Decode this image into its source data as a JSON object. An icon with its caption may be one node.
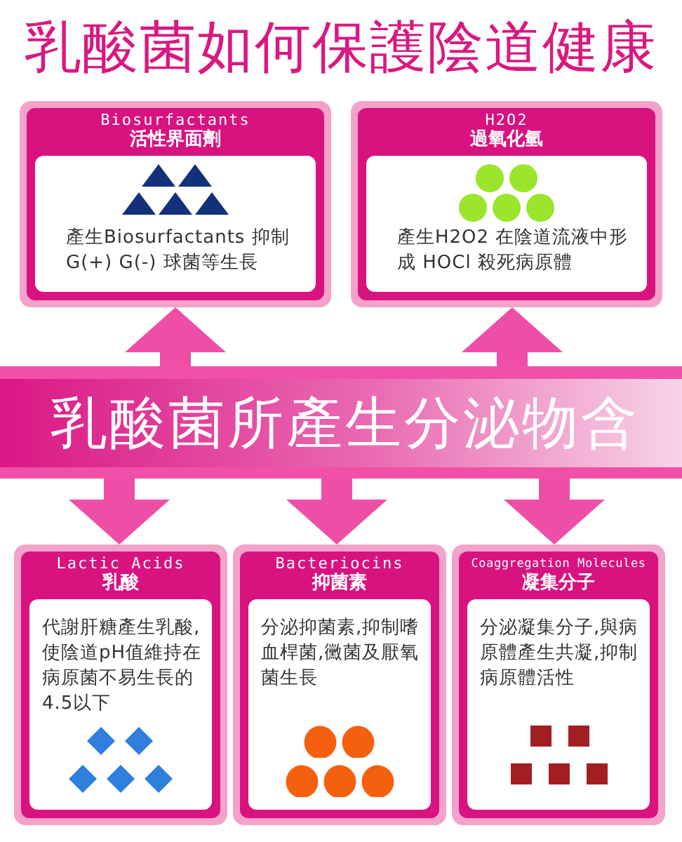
{
  "diagram": {
    "title": "乳酸菌如何保護陰道健康",
    "nodes": [
      {
        "text": [
          "Biosurfactants",
          "活性界面劑",
          "產生Biosurfactants 抑制G(+) G(-) 球菌等生長"
        ]
      },
      {
        "text": [
          "H2O2",
          "過氧化氫",
          "產生H2O2 在陰道流液中形成 HOCl 殺死病原體"
        ]
      },
      {
        "text": [
          "乳酸菌所產生分泌物含"
        ]
      },
      {
        "text": [
          "Lactic Acids",
          "乳酸",
          "代謝肝糖產生乳酸,使陰道pH值維持在病原菌不易生長的4.5以下"
        ]
      },
      {
        "text": [
          "Bacteriocins",
          "抑菌素",
          "分泌抑菌素,抑制嗜血桿菌,黴菌及厭氧菌生長"
        ]
      },
      {
        "text": [
          "Coaggregation Molecules",
          "凝集分子",
          "分泌凝集分子,與病原體產生共凝,抑制病原體活性"
        ]
      }
    ],
    "edges": [
      {
        "from": 2,
        "to": 0,
        "arrow": "to"
      },
      {
        "from": 2,
        "to": 1,
        "arrow": "to"
      },
      {
        "from": 2,
        "to": 3,
        "arrow": "to"
      },
      {
        "from": 2,
        "to": 4,
        "arrow": "to"
      },
      {
        "from": 2,
        "to": 5,
        "arrow": "to"
      }
    ]
  }
}
